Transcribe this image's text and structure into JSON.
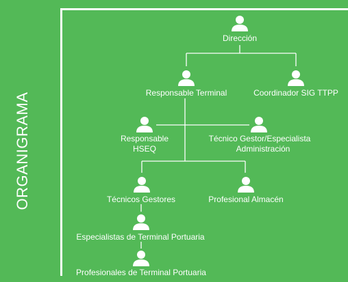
{
  "side_title": "ORGANIGRAMA",
  "colors": {
    "background": "#53b957",
    "foreground": "#ffffff"
  },
  "icon": "person-icon",
  "nodes": {
    "direccion": {
      "label": "Dirección"
    },
    "responsable_terminal": {
      "label": "Responsable Terminal"
    },
    "coordinador_sig": {
      "label": "Coordinador SIG TTPP"
    },
    "responsable_hseq": {
      "label_line1": "Responsable",
      "label_line2": "HSEQ"
    },
    "tecnico_gestor": {
      "label_line1": "Técnico Gestor/Especialista",
      "label_line2": "Administración"
    },
    "tecnicos_gestores": {
      "label": "Técnicos Gestores"
    },
    "profesional_almacen": {
      "label": "Profesional Almacén"
    },
    "especialistas": {
      "label": "Especialistas de Terminal Portuaria"
    },
    "profesionales": {
      "label": "Profesionales de Terminal Portuaria"
    }
  }
}
